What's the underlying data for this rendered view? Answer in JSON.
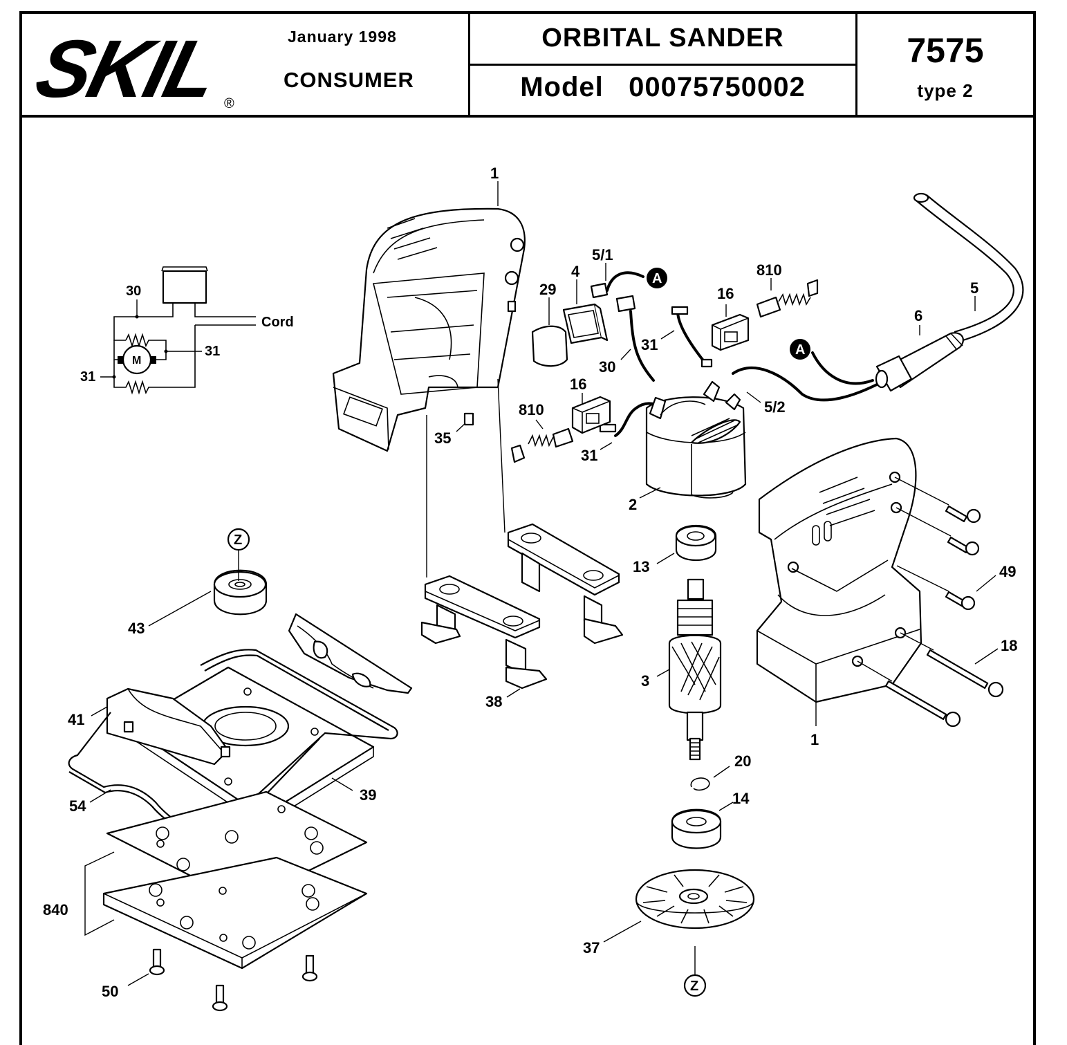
{
  "header": {
    "brand": "SKIL",
    "registered_mark": "®",
    "date": "January  1998",
    "category": "CONSUMER",
    "title": "ORBITAL SANDER",
    "model_label": "Model",
    "model_code": "00075750002",
    "model_number": "7575",
    "model_type": "type 2"
  },
  "wiring": {
    "cord_label": "Cord",
    "motor_label": "M",
    "callouts": [
      "30",
      "31",
      "31"
    ]
  },
  "connectors": {
    "a_label": "A",
    "z_label": "Z"
  },
  "callouts": [
    {
      "id": "housing-top",
      "label": "1"
    },
    {
      "id": "lead-5-1",
      "label": "5/1"
    },
    {
      "id": "switch",
      "label": "4"
    },
    {
      "id": "switch-button",
      "label": "29"
    },
    {
      "id": "brush-top",
      "label": "810"
    },
    {
      "id": "holder-top",
      "label": "16"
    },
    {
      "id": "cord",
      "label": "5"
    },
    {
      "id": "cord-protector",
      "label": "6"
    },
    {
      "id": "lead-31-top",
      "label": "31"
    },
    {
      "id": "lead-30",
      "label": "30"
    },
    {
      "id": "holder-mid",
      "label": "16"
    },
    {
      "id": "brush-mid",
      "label": "810"
    },
    {
      "id": "lead-5-2",
      "label": "5/2"
    },
    {
      "id": "pin",
      "label": "35"
    },
    {
      "id": "lead-31-mid",
      "label": "31"
    },
    {
      "id": "stator",
      "label": "2"
    },
    {
      "id": "bearing-13",
      "label": "13"
    },
    {
      "id": "screw-49",
      "label": "49"
    },
    {
      "id": "screw-18",
      "label": "18"
    },
    {
      "id": "bearing-43",
      "label": "43"
    },
    {
      "id": "armature",
      "label": "3"
    },
    {
      "id": "housing-bottom",
      "label": "1"
    },
    {
      "id": "support",
      "label": "38"
    },
    {
      "id": "clamp-41",
      "label": "41"
    },
    {
      "id": "circlip",
      "label": "20"
    },
    {
      "id": "bearing-14",
      "label": "14"
    },
    {
      "id": "plate",
      "label": "39"
    },
    {
      "id": "wire-clamp",
      "label": "54"
    },
    {
      "id": "pad-set",
      "label": "840"
    },
    {
      "id": "fan",
      "label": "37"
    },
    {
      "id": "screw-50",
      "label": "50"
    }
  ]
}
